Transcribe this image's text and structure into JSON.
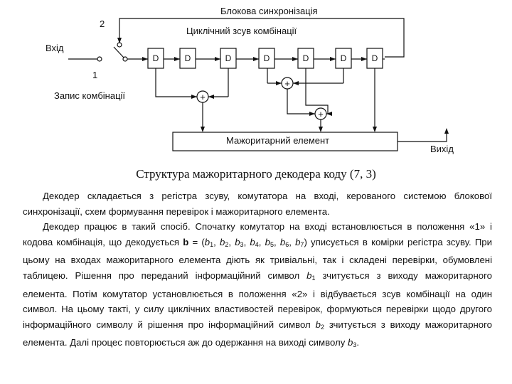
{
  "diagram": {
    "labels": {
      "block_sync": "Блокова синхронізація",
      "cyclic_shift": "Циклічний зсув комбінації",
      "position_2": "2",
      "input": "Вхід",
      "position_1": "1",
      "write_combination": "Запис комбінації",
      "majority_element": "Мажоритарний елемент",
      "output": "Вихід"
    },
    "register_cells": [
      "D",
      "D",
      "D",
      "D",
      "D",
      "D",
      "D"
    ],
    "adder_symbol": "+"
  },
  "caption": "Структура мажоритарного декодера коду (7, 3)",
  "paragraphs": {
    "p1": "Декодер складається з регістра зсуву, комутатора на вході, керованого системою блокової синхронізації, схем формування перевірок і мажоритарного елемента.",
    "p2": {
      "t1": "Декодер працює в такий спосіб. Спочатку комутатор на вході встановлюється в положення «1» і кодова комбінація, що декодується ",
      "bvar": "b",
      "t2": " = (",
      "v1": "b",
      "s1": "1",
      "c1": ", ",
      "v2": "b",
      "s2": "2",
      "c2": ", ",
      "v3": "b",
      "s3": "3",
      "c3": ", ",
      "v4": "b",
      "s4": "4",
      "c4": ", ",
      "v5": "b",
      "s5": "5",
      "c5": ", ",
      "v6": "b",
      "s6": "6",
      "c6": ", ",
      "v7": "b",
      "s7": "7",
      "t3": ") уписується в комірки регістра зсуву. При цьому на входах мажоритарного елемента діють як тривіальні, так і складені перевірки, обумовлені таблицею. Рішення про переданий інформаційний символ ",
      "v8": "b",
      "s8": "1",
      "t4": " зчитується з виходу мажоритарного елемента. Потім комутатор установлюється в положення «2» і відбувається зсув комбінації на один символ. На цьому такті, у силу циклічних властивостей перевірок, формуються перевірки щодо другого інформаційного символу й рішення про інформаційний символ ",
      "v9": "b",
      "s9": "2",
      "t5": " зчитується з виходу мажоритарного елемента. Далі процес повторюється аж до одержання на виході символу ",
      "v10": "b",
      "s10": "3",
      "t6": "."
    }
  }
}
